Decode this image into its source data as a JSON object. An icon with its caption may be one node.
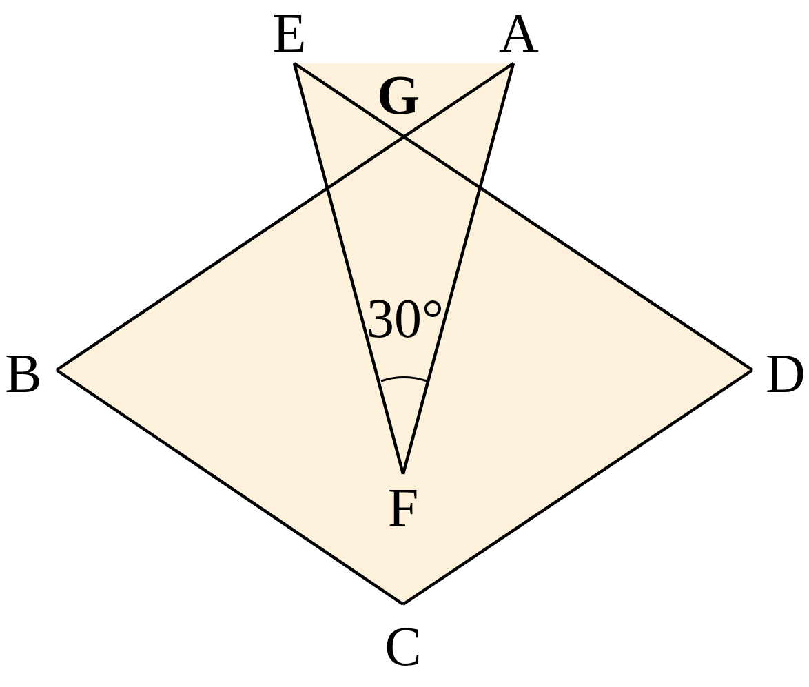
{
  "diagram": {
    "labels": [
      "E",
      "A",
      "G",
      "30°",
      "B",
      "D",
      "F",
      "C"
    ]
  }
}
